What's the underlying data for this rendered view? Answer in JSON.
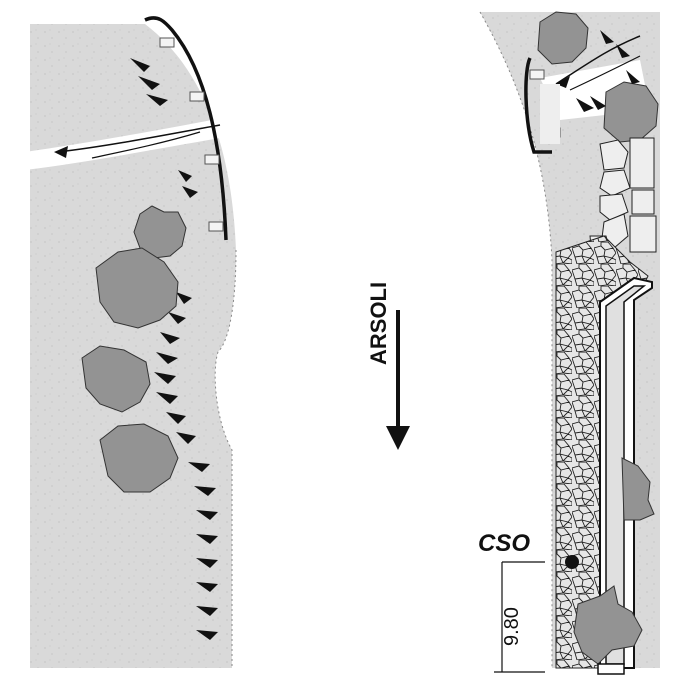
{
  "drawing": {
    "road_label": "ARSOLI",
    "station_label": "CSO",
    "dimension_label": "9.80",
    "flow_direction": "down"
  },
  "colors": {
    "ground": "#d9d9d9",
    "vegetation": "#939393",
    "road": "#ffffff",
    "outline": "#111111",
    "stone": "#e6e6e6",
    "wall": "#e0e0e0"
  },
  "icons": {
    "tree": "tree-icon",
    "embankment": "slope-tick-icon",
    "direction": "arrow-down-icon",
    "point": "marker-dot-icon"
  }
}
